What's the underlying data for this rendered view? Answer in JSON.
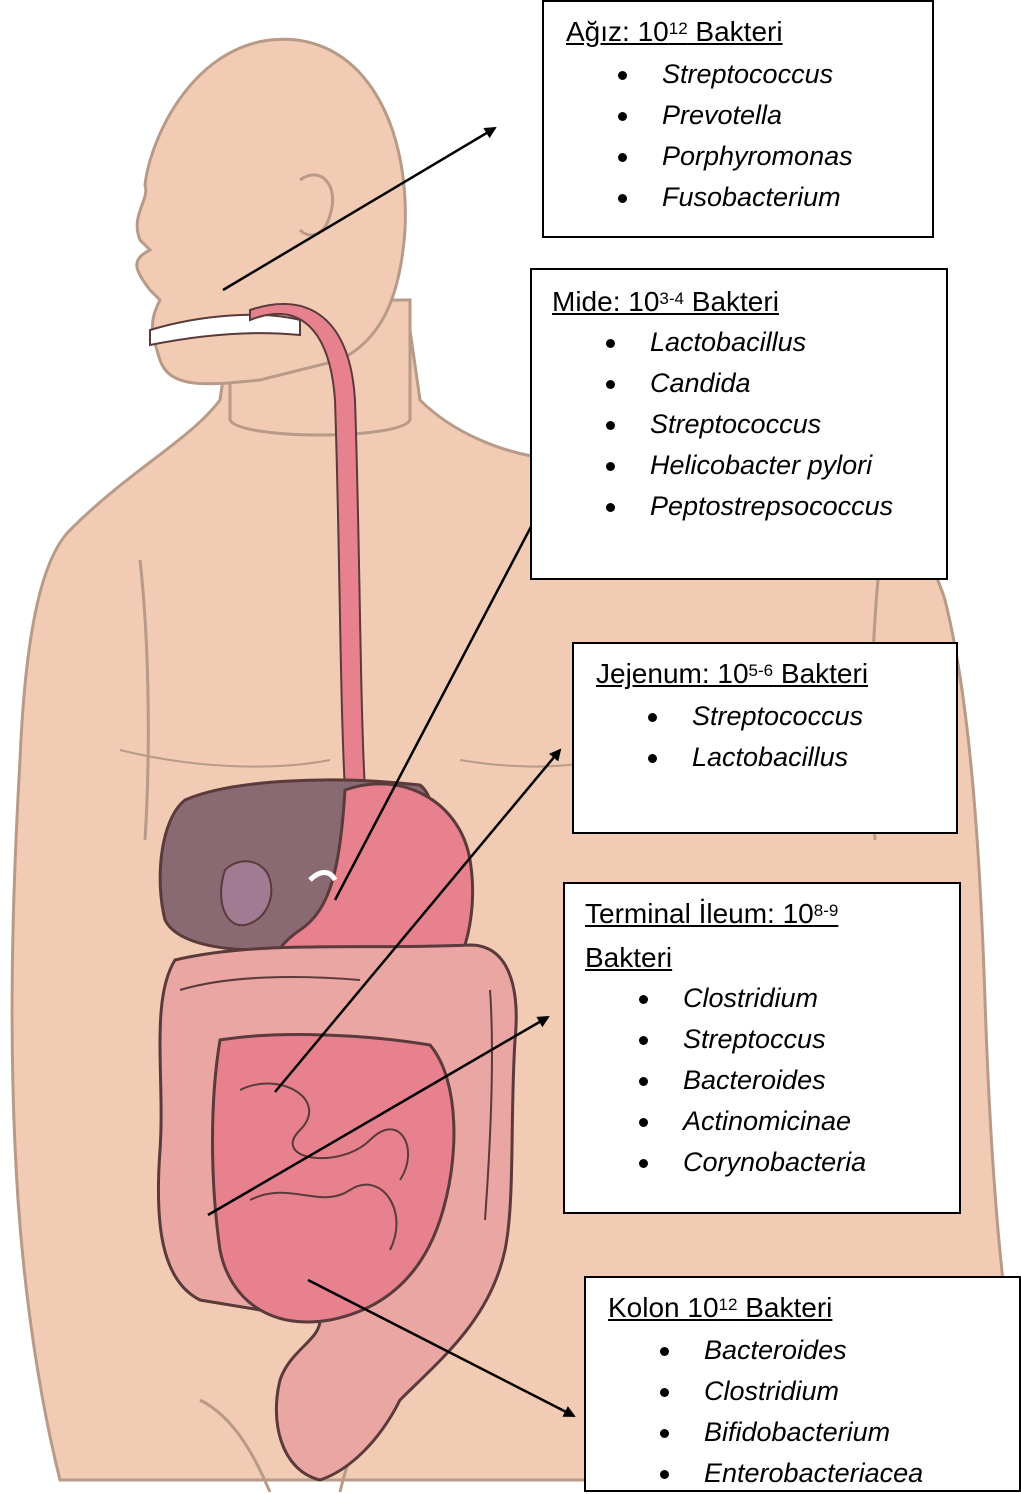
{
  "boxes": [
    {
      "title_pre": "Ağız: 10",
      "title_sup": "12",
      "title_post": " Bakteri",
      "items": [
        "Streptococcus",
        "Prevotella",
        "Porphyromonas",
        "Fusobacterium"
      ]
    },
    {
      "title_pre": "Mide: 10",
      "title_sup": "3-4",
      "title_post": " Bakteri",
      "items": [
        "Lactobacillus",
        "Candida",
        "Streptococcus",
        "Helicobacter pylori",
        "Peptostrepsococcus"
      ]
    },
    {
      "title_pre": "Jejenum: 10",
      "title_sup": "5-6",
      "title_post": " Bakteri",
      "items": [
        "Streptococcus",
        "Lactobacillus"
      ]
    },
    {
      "title_pre": "Terminal İleum: 10",
      "title_sup": "8-9",
      "title_line2": "Bakteri",
      "items": [
        "Clostridium",
        "Streptoccus",
        "Bacteroides",
        "Actinomicinae",
        "Corynobacteria"
      ]
    },
    {
      "title_pre": "Kolon 10",
      "title_sup": "12",
      "title_post": " Bakteri",
      "items": [
        "Bacteroides",
        "Clostridium",
        "Bifidobacterium",
        "Enterobacteriacea"
      ]
    }
  ],
  "colors": {
    "skin": "#f2cbb4",
    "skin_outline": "#b89a88",
    "liver": "#8a6a72",
    "gut": "#e8818e",
    "colon": "#e9a6a2",
    "outline": "#5a3a3a"
  }
}
